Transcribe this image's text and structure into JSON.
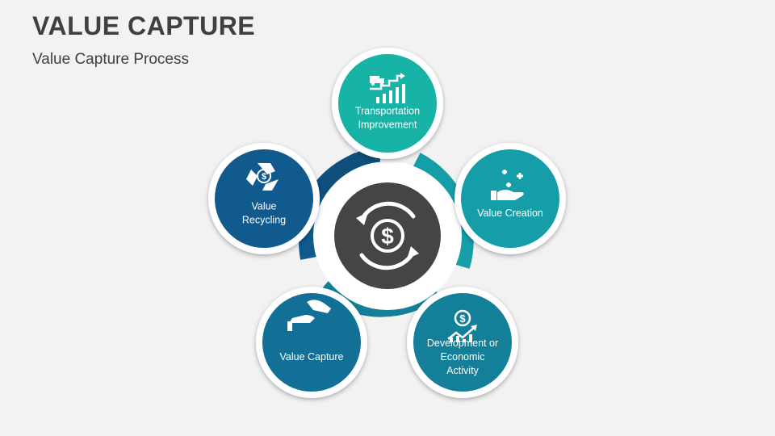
{
  "header": {
    "title": "VALUE CAPTURE",
    "subtitle": "Value Capture Process"
  },
  "diagram": {
    "center": {
      "icon": "dollar-cycle-icon"
    },
    "nodes": [
      {
        "id": "transportation",
        "lines": [
          "Transportation",
          "Improvement"
        ],
        "icon": "truck-growth-chart-icon",
        "color": "#16b3a6"
      },
      {
        "id": "value-creation",
        "lines": [
          "Value Creation"
        ],
        "icon": "hand-sparkle-icon",
        "color": "#159ea8"
      },
      {
        "id": "development",
        "lines": [
          "Development or",
          "Economic",
          "Activity"
        ],
        "icon": "dollar-growth-chart-icon",
        "color": "#137f99"
      },
      {
        "id": "value-capture",
        "lines": [
          "Value Capture"
        ],
        "icon": "hand-give-receive-icon",
        "color": "#126f96"
      },
      {
        "id": "value-recycling",
        "lines": [
          "Value",
          "Recycling"
        ],
        "icon": "recycle-dollar-icon",
        "color": "#105a8e"
      }
    ]
  }
}
